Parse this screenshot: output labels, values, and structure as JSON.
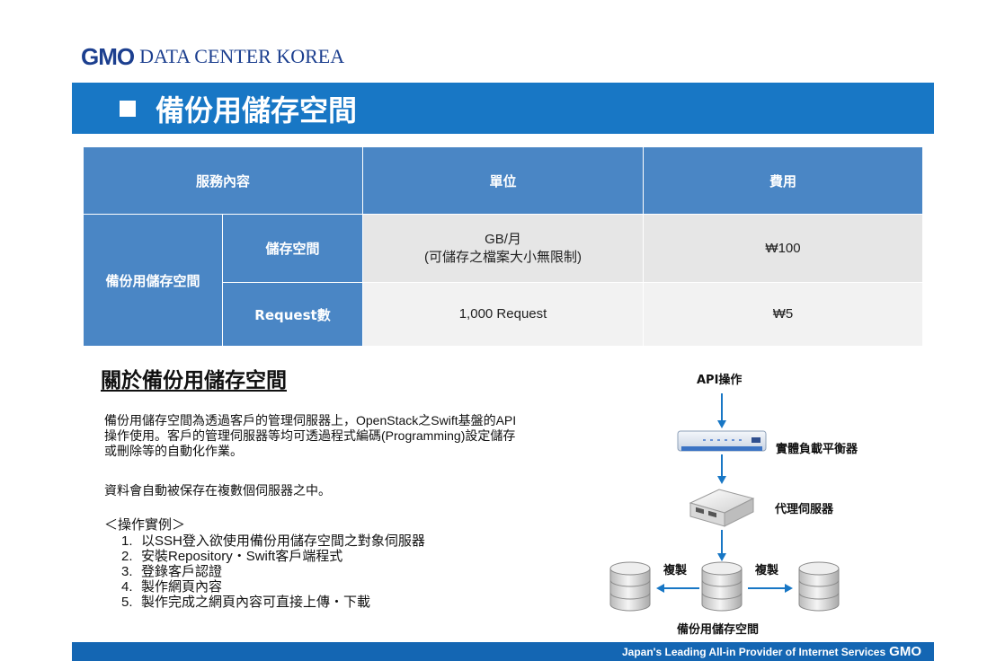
{
  "logo": {
    "brand": "GMO",
    "text": "DATA CENTER KOREA"
  },
  "title": "備份用儲存空間",
  "table": {
    "headers": [
      "服務內容",
      "單位",
      "費用"
    ],
    "row_group": "備份用儲存空間",
    "rows": [
      {
        "item": "儲存空間",
        "unit_line1": "GB/月",
        "unit_line2": "(可儲存之檔案大小無限制)",
        "fee": "₩100"
      },
      {
        "item": "Request數",
        "unit_line1": "1,000 Request",
        "unit_line2": "",
        "fee": "₩5"
      }
    ]
  },
  "about": {
    "title": "關於備份用儲存空間",
    "para1_lines": [
      "備份用儲存空間為透過客戶的管理伺服器上，OpenStack之Swift基盤的API",
      "操作使用。客戶的管理伺服器等均可透過程式編碼(Programming)設定儲存",
      "或刪除等的自動化作業。"
    ],
    "para2": "資料會自動被保存在複數個伺服器之中。",
    "steps_head": "＜操作實例＞",
    "steps": [
      {
        "num": "1.",
        "text": "以SSH登入欲使用備份用儲存空間之對象伺服器"
      },
      {
        "num": "2.",
        "text": "安裝Repository・Swift客戶端程式"
      },
      {
        "num": "3.",
        "text": "登錄客戶認證"
      },
      {
        "num": "4.",
        "text": "製作網頁內容"
      },
      {
        "num": "5.",
        "text": "製作完成之網頁內容可直接上傳・下載"
      }
    ]
  },
  "diagram": {
    "api": "API操作",
    "lb": "實體負載平衡器",
    "proxy": "代理伺服器",
    "copy_left": "複製",
    "copy_right": "複製",
    "storage": "備份用儲存空間"
  },
  "footer": {
    "text": "Japan's Leading All-in Provider of Internet Services",
    "brand": "GMO"
  },
  "colors": {
    "title_bar": "#1877c5",
    "table_header": "#4a86c5",
    "footer": "#1466b3",
    "logo": "#1c3f8f",
    "arrow": "#1877c5"
  }
}
